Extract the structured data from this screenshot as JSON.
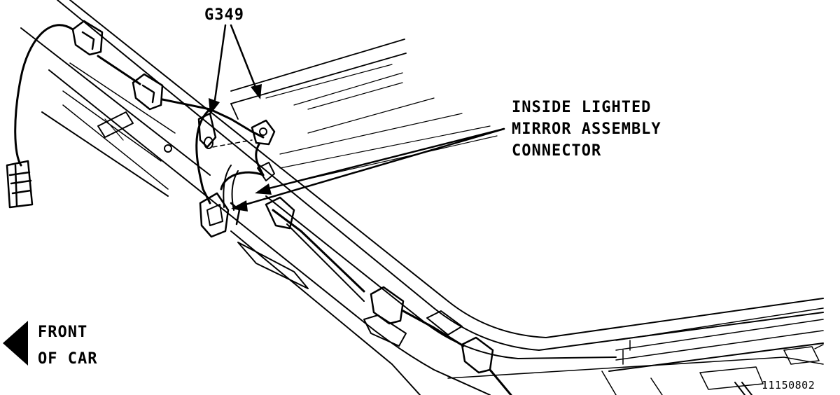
{
  "callouts": {
    "ground": "G349",
    "connector_lines": [
      "INSIDE LIGHTED",
      "MIRROR ASSEMBLY",
      "CONNECTOR"
    ]
  },
  "orientation": {
    "lines": [
      "FRONT",
      "OF CAR"
    ],
    "arrow_icon": "left-arrow-icon"
  },
  "figure_number": "11150802",
  "colors": {
    "ink": "#000000",
    "paper": "#ffffff"
  }
}
